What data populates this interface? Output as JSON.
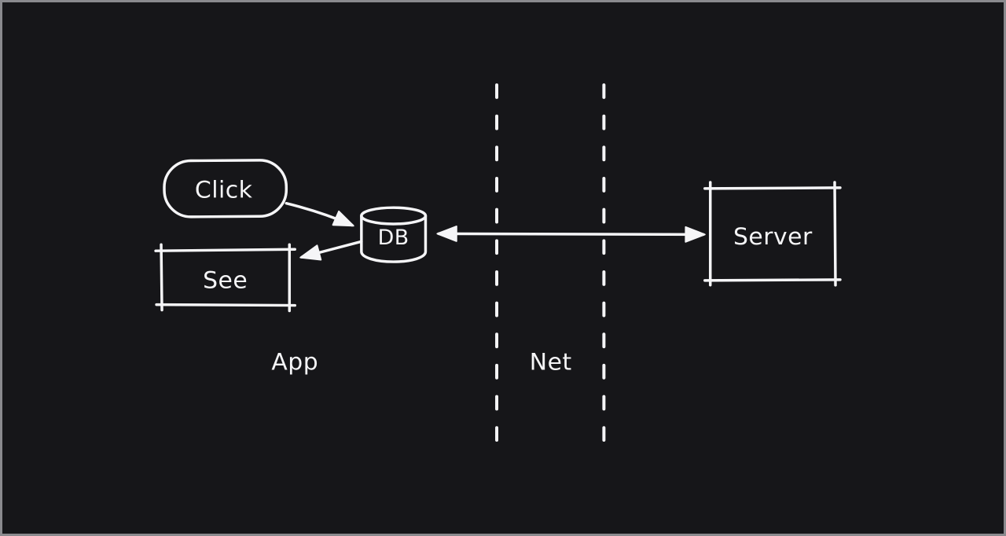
{
  "colors": {
    "canvas-bg": "#161619",
    "frame-border": "#8a8a8e",
    "stroke": "#f5f5f7"
  },
  "nodes": {
    "click": {
      "label": "Click",
      "shape": "rounded-pill"
    },
    "db": {
      "label": "DB",
      "shape": "cylinder"
    },
    "see": {
      "label": "See",
      "shape": "rectangle"
    },
    "server": {
      "label": "Server",
      "shape": "rectangle"
    }
  },
  "zones": {
    "app_label": "App",
    "net_label": "Net"
  },
  "connections": [
    {
      "from": "Click",
      "to": "DB",
      "style": "single-arrow"
    },
    {
      "from": "DB",
      "to": "See",
      "style": "single-arrow"
    },
    {
      "from": "DB",
      "to": "Server",
      "style": "double-arrow",
      "crosses": "Net boundary (two dashed lines)"
    }
  ]
}
